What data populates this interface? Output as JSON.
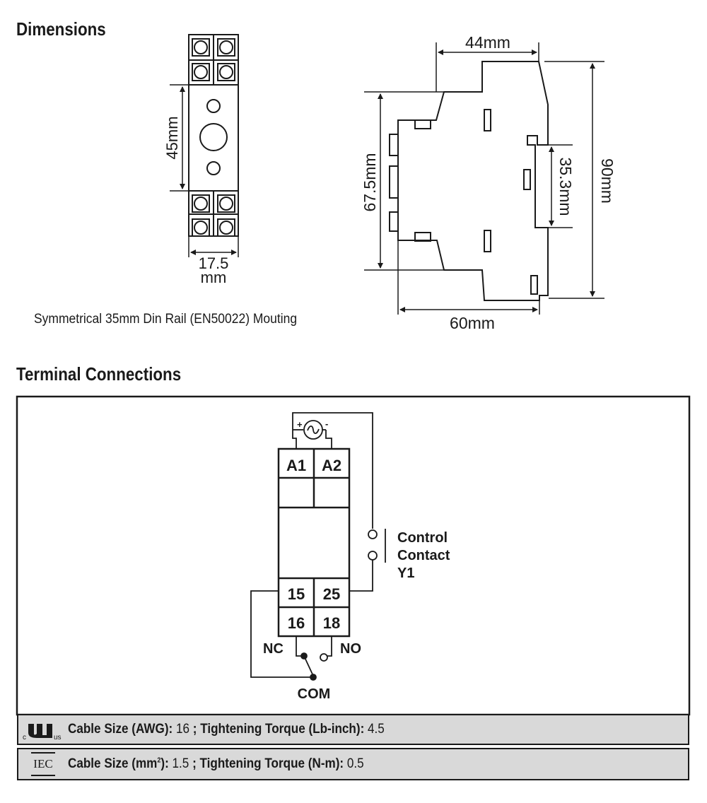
{
  "sections": {
    "dimensions_title": "Dimensions",
    "terminal_title": "Terminal Connections"
  },
  "dimensions": {
    "front_width_value": "17.5",
    "front_width_unit": "mm",
    "front_height": "45mm",
    "side_top_depth": "44mm",
    "side_height_inner": "67.5mm",
    "side_rail_height": "35.3mm",
    "side_total_height": "90mm",
    "side_depth": "60mm",
    "rail_caption": "Symmetrical 35mm Din Rail (EN50022) Mouting"
  },
  "terminals": {
    "supply_plus": "+",
    "supply_minus": "-",
    "a1": "A1",
    "a2": "A2",
    "t15": "15",
    "t25": "25",
    "t16": "16",
    "t18": "18",
    "nc": "NC",
    "no": "NO",
    "com": "COM",
    "control_line1": "Control",
    "control_line2": "Contact",
    "control_line3": "Y1"
  },
  "specs": {
    "ul": {
      "logo_c": "c",
      "logo_us": "us",
      "cable_label": "Cable Size (AWG):",
      "cable_value": "16",
      "separator": ";",
      "torque_label": "Tightening Torque (Lb-inch):",
      "torque_value": "4.5"
    },
    "iec": {
      "logo_text": "IEC",
      "cable_label_pre": "Cable Size (mm",
      "cable_label_sup": "2",
      "cable_label_post": "):",
      "cable_value": "1.5",
      "separator": ";",
      "torque_label": "Tightening Torque (N-m):",
      "torque_value": "0.5"
    }
  }
}
